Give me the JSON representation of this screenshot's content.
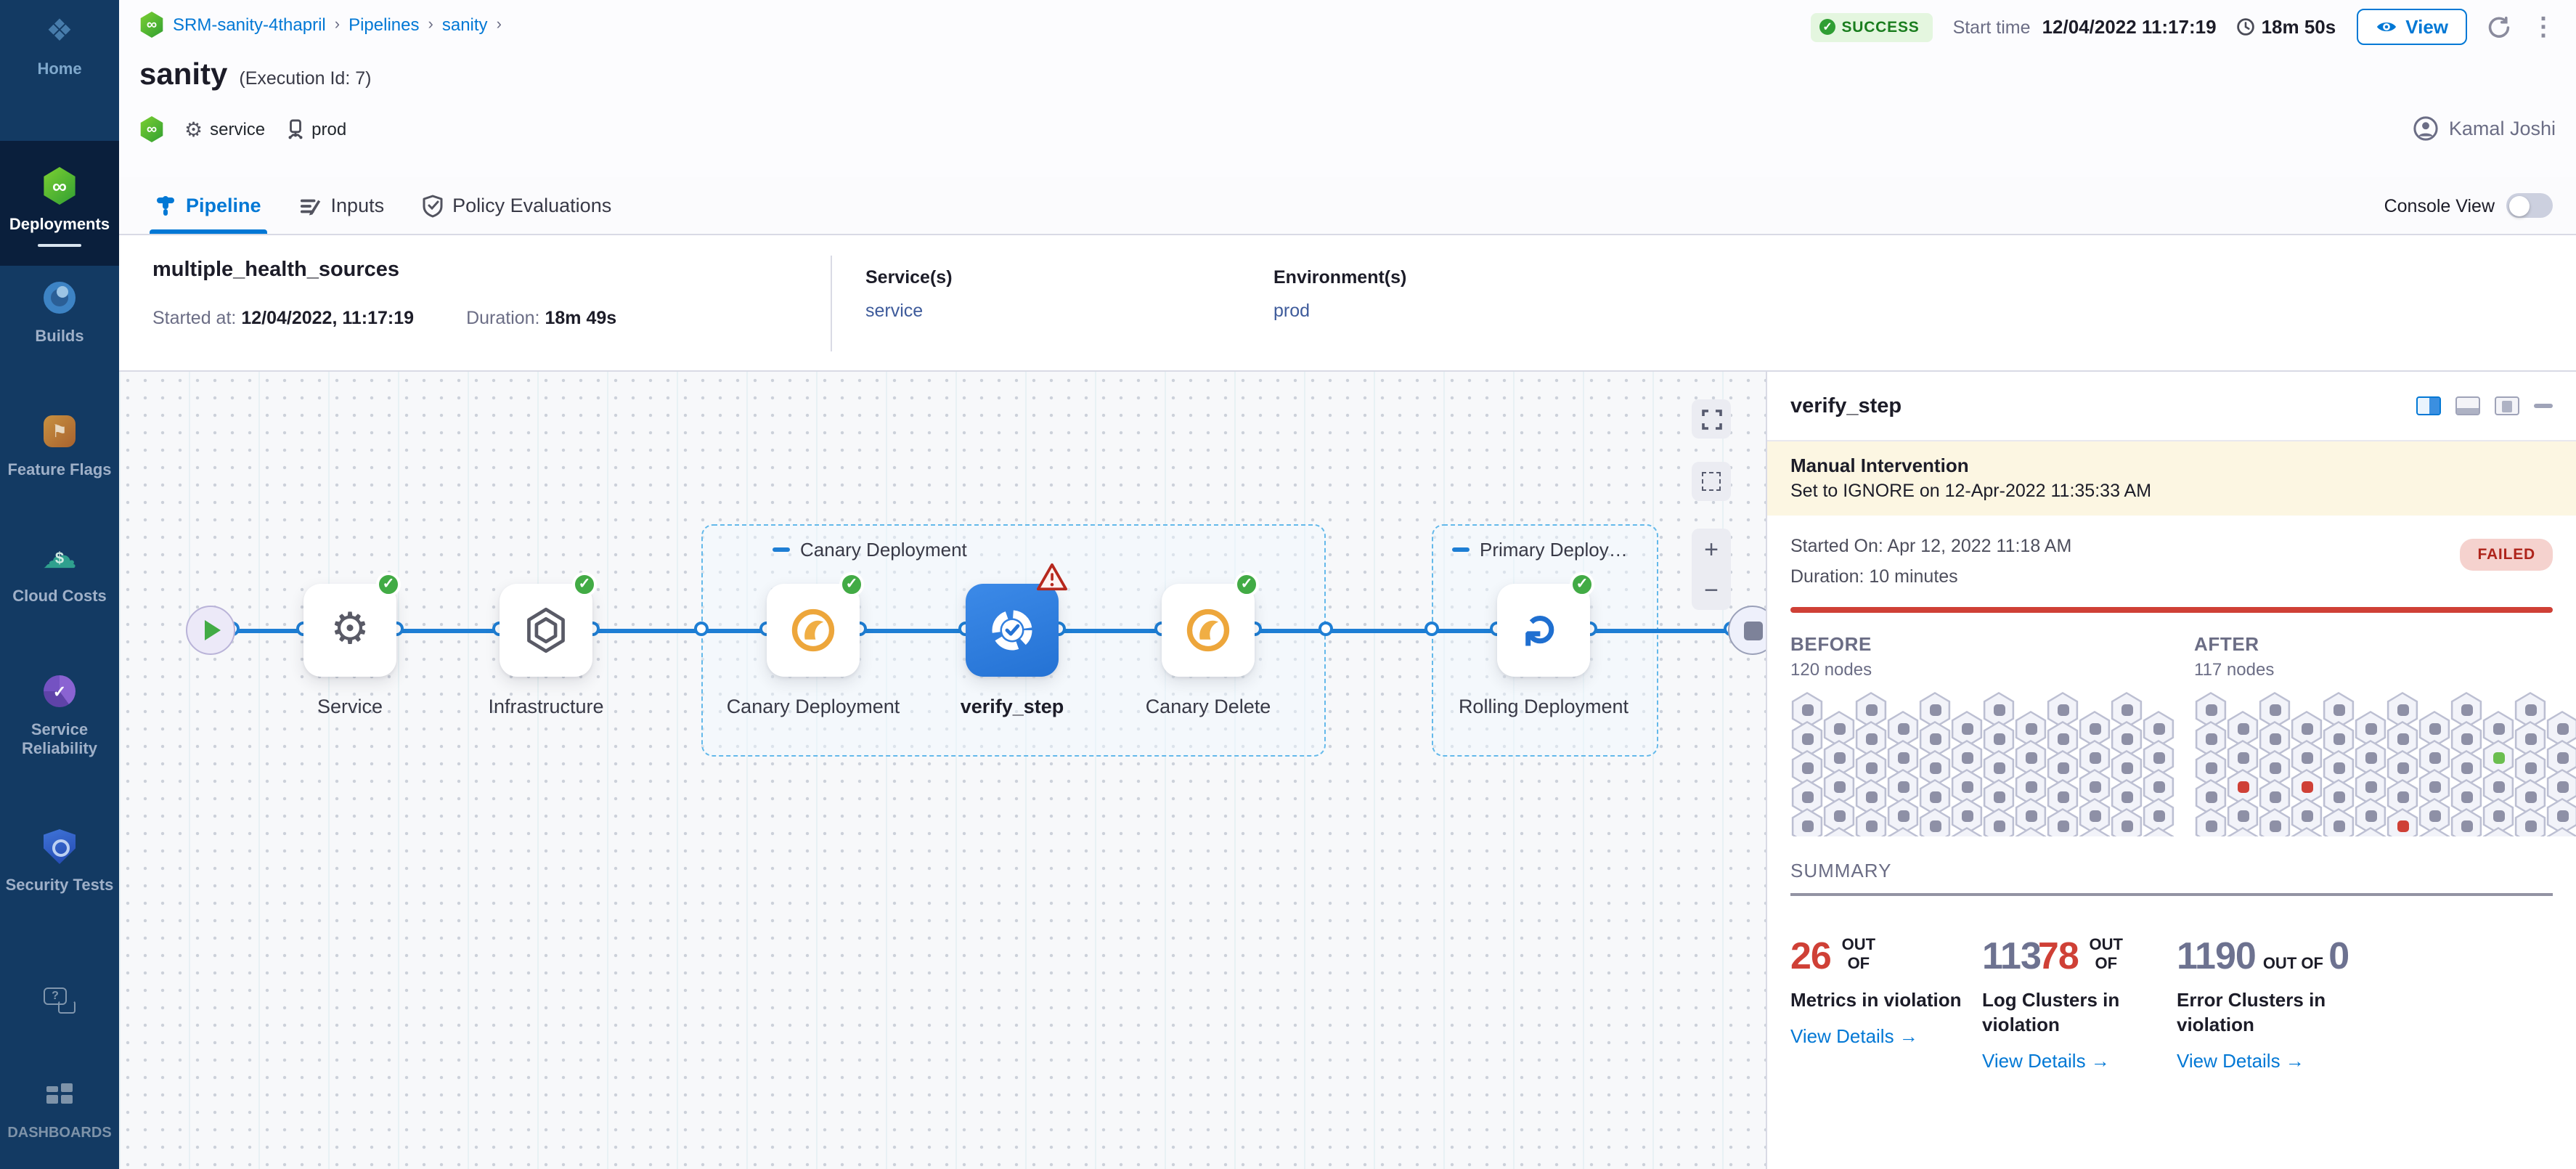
{
  "sidebar": {
    "items": [
      {
        "label": "Home"
      },
      {
        "label": "Deployments",
        "active": true
      },
      {
        "label": "Builds"
      },
      {
        "label": "Feature Flags"
      },
      {
        "label": "Cloud Costs"
      },
      {
        "label": "Service Reliability"
      },
      {
        "label": "Security Tests"
      },
      {
        "label": "DASHBOARDS"
      }
    ]
  },
  "header": {
    "breadcrumb": [
      "SRM-sanity-4thapril",
      "Pipelines",
      "sanity"
    ],
    "title": "sanity",
    "execution_id": "(Execution Id: 7)",
    "status": "SUCCESS",
    "start_time_label": "Start time",
    "start_time": "12/04/2022 11:17:19",
    "duration": "18m 50s",
    "view_label": "View",
    "service_tag": "service",
    "env_tag": "prod",
    "user": "Kamal Joshi"
  },
  "tabs": {
    "pipeline": "Pipeline",
    "inputs": "Inputs",
    "policy": "Policy Evaluations",
    "console_view": "Console View"
  },
  "run_info": {
    "name": "multiple_health_sources",
    "started_label": "Started at:",
    "started": "12/04/2022, 11:17:19",
    "duration_label": "Duration:",
    "duration": "18m 49s",
    "services_label": "Service(s)",
    "service": "service",
    "envs_label": "Environment(s)",
    "env": "prod"
  },
  "pipeline": {
    "stages": [
      "Service",
      "Infrastructure",
      "Canary Deployment",
      "verify_step",
      "Canary Delete",
      "Rolling Deployment"
    ],
    "groups": [
      {
        "label": "Canary Deployment"
      },
      {
        "label": "Primary Deploy…"
      }
    ]
  },
  "panel": {
    "title": "verify_step",
    "banner_title": "Manual Intervention",
    "banner_text": "Set to IGNORE on 12-Apr-2022 11:35:33 AM",
    "started": "Started On: Apr 12, 2022 11:18 AM",
    "duration": "Duration: 10 minutes",
    "status": "FAILED",
    "before_label": "BEFORE",
    "before_nodes": "120 nodes",
    "after_label": "AFTER",
    "after_nodes": "117 nodes",
    "summary_label": "SUMMARY",
    "metrics": {
      "value": "26",
      "out_of": "OUT OF",
      "label": "Metrics in violation",
      "link": "View Details →"
    },
    "logs": {
      "total": "113",
      "value": "78",
      "out_of": "OUT OF",
      "label": "Log Clusters in violation",
      "link": "View Details →"
    },
    "errors": {
      "value": "1190",
      "out_of": "OUT OF",
      "total": "0",
      "label": "Error Clusters in violation",
      "link": "View Details →"
    }
  },
  "hexgrids": {
    "rows": 5,
    "cols": 12,
    "colors": {
      "default": "#8e90a6",
      "red": "#cf4036",
      "green": "#6bbe4f"
    },
    "before": {
      "anomalies": []
    },
    "after": {
      "anomalies": [
        {
          "r": 1,
          "c": 9,
          "color": "green"
        },
        {
          "r": 2,
          "c": 1,
          "color": "red"
        },
        {
          "r": 2,
          "c": 3,
          "color": "red"
        },
        {
          "r": 4,
          "c": 6,
          "color": "red"
        }
      ]
    }
  }
}
